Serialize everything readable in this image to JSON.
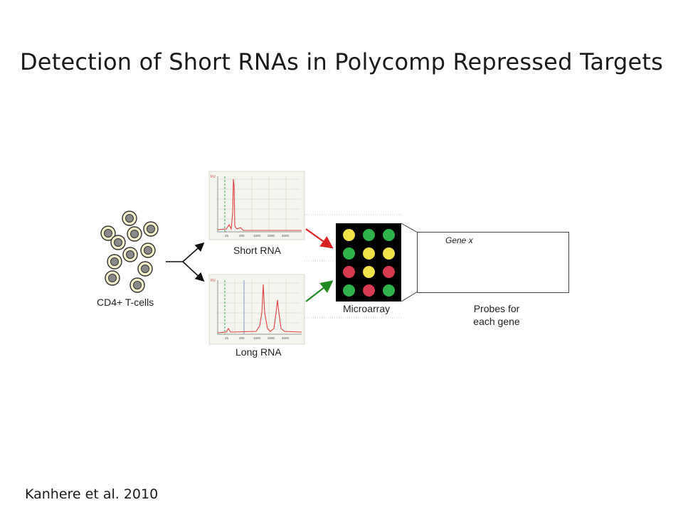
{
  "slide": {
    "title": "Detection of Short RNAs in Polycomp Repressed Targets",
    "citation": "Kanhere et al. 2010"
  },
  "figure": {
    "cells_label": "CD4+ T-cells",
    "short_rna_label": "Short RNA",
    "long_rna_label": "Long RNA",
    "microarray_label": "Microarray",
    "gene_label": "Gene x",
    "probes_label_line1": "Probes for",
    "probes_label_line2": "each gene",
    "spot_colors": {
      "yellow": "#f2e24a",
      "green": "#2db34a",
      "red": "#d83a52"
    },
    "spot_grid": [
      [
        "yellow",
        "green",
        "green"
      ],
      [
        "green",
        "yellow",
        "yellow"
      ],
      [
        "red",
        "yellow",
        "red"
      ],
      [
        "green",
        "red",
        "green"
      ]
    ],
    "arrow_colors": {
      "short": "#d92020",
      "long": "#1f8a1f"
    }
  }
}
